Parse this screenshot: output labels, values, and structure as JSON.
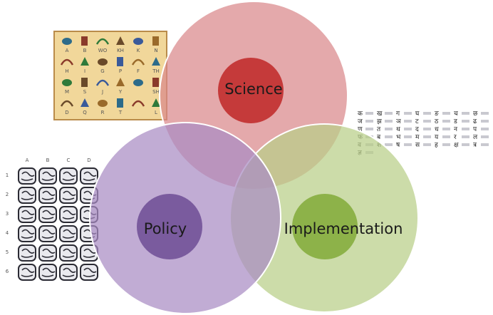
{
  "venn": {
    "circles": [
      {
        "id": "science",
        "label": "Science",
        "outer_color": "#d9888a",
        "inner_color": "#c53a3a"
      },
      {
        "id": "policy",
        "label": "Policy",
        "outer_color": "#a98cc3",
        "inner_color": "#7a5b9e"
      },
      {
        "id": "implementation",
        "label": "Implementation",
        "outer_color": "#b8cf88",
        "inner_color": "#8db249"
      }
    ]
  },
  "hieroglyph_chart": {
    "letters": [
      "A",
      "B",
      "WO",
      "KH",
      "K",
      "N",
      "H",
      "I",
      "G",
      "P",
      "F",
      "TH",
      "M",
      "S",
      "J",
      "Y",
      "",
      "SH",
      "D",
      "Q",
      "R",
      "T",
      "",
      "L"
    ]
  },
  "maya_glyph_grid": {
    "columns": [
      "A",
      "B",
      "C",
      "D"
    ],
    "rows": [
      "1",
      "2",
      "3",
      "4",
      "5",
      "6"
    ]
  },
  "devanagari_table": {
    "glyphs": [
      "क",
      "ख",
      "ग",
      "घ",
      "ङ",
      "च",
      "छ",
      "ज",
      "झ",
      "ञ",
      "ट",
      "ठ",
      "ड",
      "ढ",
      "ण",
      "त",
      "थ",
      "द",
      "ध",
      "न",
      "प",
      "फ",
      "ब",
      "भ",
      "म",
      "य",
      "र",
      "ल",
      "व",
      "श",
      "ष",
      "स",
      "ह",
      "क्ष",
      "त्र",
      "ज्ञ"
    ]
  },
  "colors": {
    "background": "#ffffff",
    "papyrus": "#f1d79a",
    "papyrus_border": "#b98b4a"
  }
}
